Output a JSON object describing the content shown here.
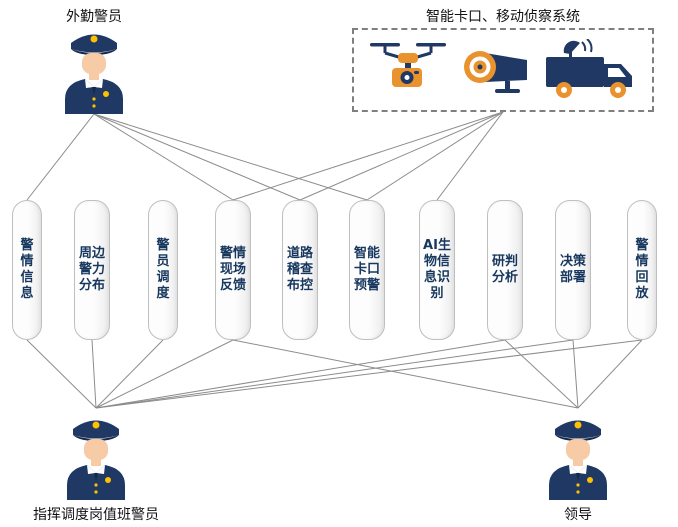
{
  "actors": {
    "field_officer": {
      "label": "外勤警员",
      "icon": "police-officer-icon"
    },
    "dispatcher": {
      "label": "指挥调度岗值班警员",
      "icon": "police-officer-icon"
    },
    "leader": {
      "label": "领导",
      "icon": "police-officer-icon"
    }
  },
  "system": {
    "label": "智能卡口、移动侦察系统",
    "icons": [
      "drone-icon",
      "cctv-camera-icon",
      "satellite-truck-icon"
    ]
  },
  "boxes": [
    {
      "id": "box-police-info",
      "label": "警\n情\n信\n息"
    },
    {
      "id": "box-force-distribution",
      "label": "周边\n警力\n分布"
    },
    {
      "id": "box-officer-dispatch",
      "label": "警\n员\n调\n度"
    },
    {
      "id": "box-scene-feedback",
      "label": "警情\n现场\n反馈"
    },
    {
      "id": "box-road-control",
      "label": "道路\n稽查\n布控"
    },
    {
      "id": "box-checkpoint-warning",
      "label": "智能\n卡口\n预警"
    },
    {
      "id": "box-ai-biometric",
      "label": "AI生\n物信\n息识\n别"
    },
    {
      "id": "box-analysis",
      "label": "研判\n分析"
    },
    {
      "id": "box-decision",
      "label": "决策\n部署"
    },
    {
      "id": "box-replay",
      "label": "警\n情\n回\n放"
    }
  ],
  "edges": [
    {
      "from": "actor-field-officer",
      "to": "box-police-info"
    },
    {
      "from": "actor-field-officer",
      "to": "box-scene-feedback"
    },
    {
      "from": "actor-field-officer",
      "to": "box-road-control"
    },
    {
      "from": "actor-field-officer",
      "to": "box-checkpoint-warning"
    },
    {
      "from": "recon-system",
      "to": "box-scene-feedback"
    },
    {
      "from": "recon-system",
      "to": "box-road-control"
    },
    {
      "from": "recon-system",
      "to": "box-checkpoint-warning"
    },
    {
      "from": "recon-system",
      "to": "box-ai-biometric"
    },
    {
      "from": "actor-dispatcher",
      "to": "box-police-info"
    },
    {
      "from": "actor-dispatcher",
      "to": "box-force-distribution"
    },
    {
      "from": "actor-dispatcher",
      "to": "box-officer-dispatch"
    },
    {
      "from": "actor-dispatcher",
      "to": "box-scene-feedback"
    },
    {
      "from": "actor-dispatcher",
      "to": "box-analysis"
    },
    {
      "from": "actor-dispatcher",
      "to": "box-decision"
    },
    {
      "from": "actor-dispatcher",
      "to": "box-replay"
    },
    {
      "from": "actor-leader",
      "to": "box-scene-feedback"
    },
    {
      "from": "actor-leader",
      "to": "box-analysis"
    },
    {
      "from": "actor-leader",
      "to": "box-decision"
    },
    {
      "from": "actor-leader",
      "to": "box-replay"
    }
  ],
  "colors": {
    "navy": "#1F3864",
    "navy_dark": "#142847",
    "orange": "#E9932F",
    "gold": "#FFC000",
    "skin": "#F6CBA6",
    "line": "#8C8C8C",
    "box_border": "#BFBFBF",
    "box_text": "#17375E"
  }
}
